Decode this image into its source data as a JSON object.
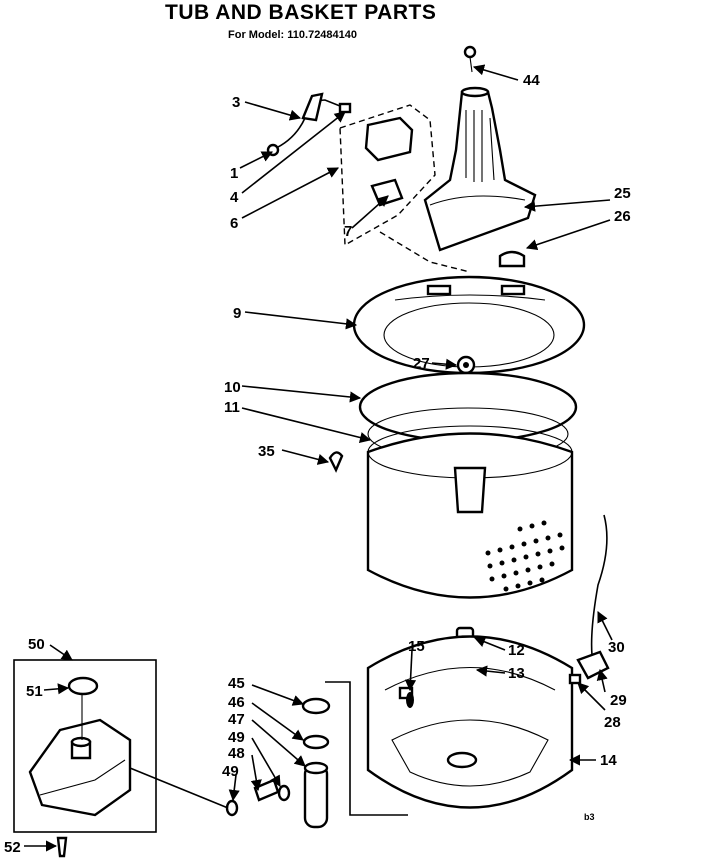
{
  "title": "TUB AND BASKET PARTS",
  "subtitle": "For Model: 110.72484140",
  "page_code": "b3",
  "callouts": [
    "1",
    "3",
    "4",
    "6",
    "7",
    "9",
    "10",
    "11",
    "12",
    "13",
    "14",
    "15",
    "25",
    "26",
    "27",
    "28",
    "29",
    "30",
    "35",
    "44",
    "45",
    "46",
    "47",
    "48",
    "49",
    "49",
    "50",
    "51",
    "52"
  ]
}
